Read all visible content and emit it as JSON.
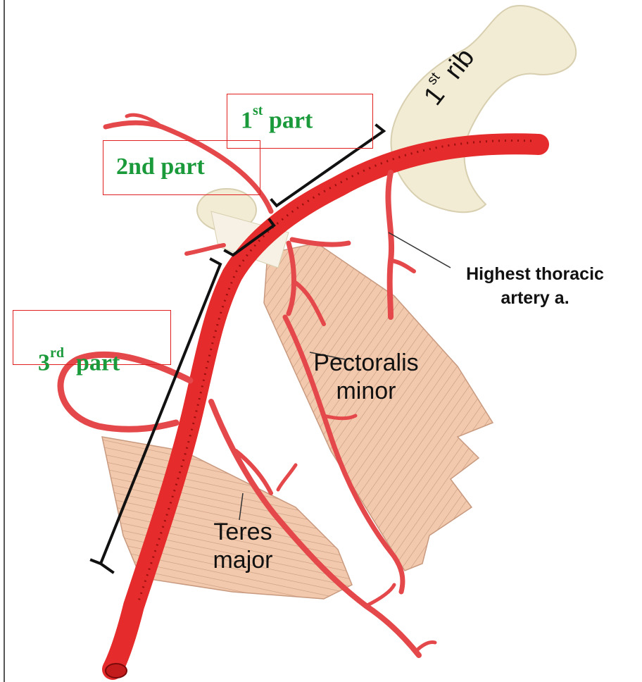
{
  "parts": {
    "first": {
      "number": "1",
      "suffix": "st",
      "word": " part"
    },
    "second": {
      "text": "2nd part"
    },
    "third": {
      "number": "3",
      "suffix": "rd",
      "word": "  part"
    }
  },
  "rib": {
    "number": "1",
    "suffix": "st",
    "word": " rib"
  },
  "labels": {
    "highest_line1": "Highest thoracic",
    "highest_line2": "artery a.",
    "pectoralis_line1": "Pectoralis",
    "pectoralis_line2": "minor",
    "teres_line1": "Teres",
    "teres_line2": "major"
  },
  "colors": {
    "artery": "#e52b2b",
    "artery_dark": "#9c1010",
    "muscle": "#f2c9ac",
    "muscle_line": "#c89a80",
    "bone": "#f3ecd4",
    "label_box": "#e02020",
    "part_text": "#1a9a3a"
  }
}
